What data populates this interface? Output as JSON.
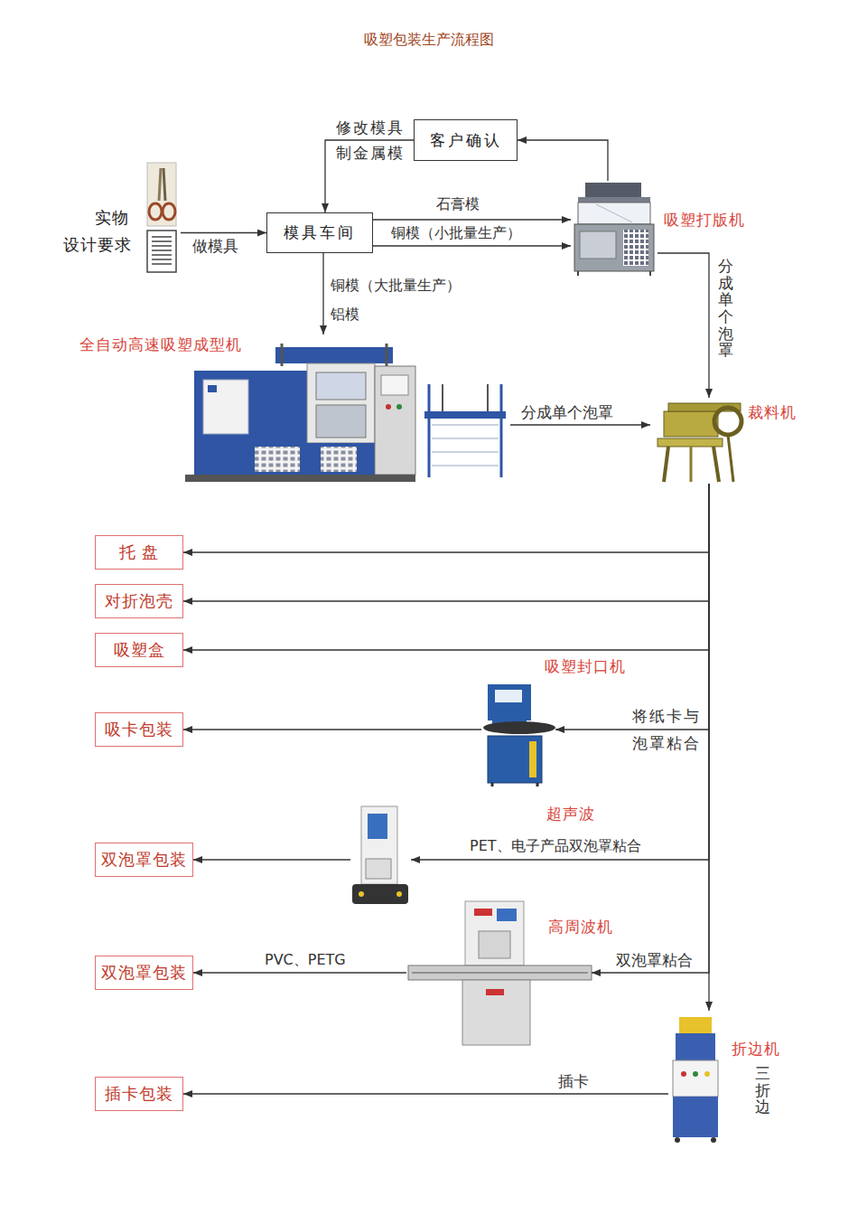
{
  "diagram": {
    "title": "吸塑包装生产流程图",
    "nodes": [
      {
        "text": [
          "实物",
          "设计要求"
        ]
      },
      {
        "text": [
          "模具车间"
        ]
      },
      {
        "text": [
          "客户确认"
        ]
      },
      {
        "text": [
          "吸塑打版机"
        ]
      },
      {
        "text": [
          "全自动高速吸塑成型机"
        ]
      },
      {
        "text": [
          "裁料机"
        ]
      },
      {
        "text": [
          "托 盘"
        ]
      },
      {
        "text": [
          "对折泡壳"
        ]
      },
      {
        "text": [
          "吸塑盒"
        ]
      },
      {
        "text": [
          "吸塑封口机"
        ]
      },
      {
        "text": [
          "吸卡包装"
        ]
      },
      {
        "text": [
          "超声波"
        ]
      },
      {
        "text": [
          "双泡罩包装"
        ]
      },
      {
        "text": [
          "高周波机"
        ]
      },
      {
        "text": [
          "双泡罩包装"
        ]
      },
      {
        "text": [
          "折边机"
        ]
      },
      {
        "text": [
          "插卡包装"
        ]
      }
    ],
    "edges": [
      {
        "from": 0,
        "to": 1,
        "arrow": "to",
        "label": "做模具"
      },
      {
        "from": 2,
        "to": 1,
        "arrow": "to",
        "label": "修改模具 制金属模"
      },
      {
        "from": 3,
        "to": 2,
        "arrow": "to"
      },
      {
        "from": 1,
        "to": 3,
        "arrow": "to",
        "label": "石膏模"
      },
      {
        "from": 1,
        "to": 3,
        "arrow": "to",
        "label": "铜模（小批量生产）"
      },
      {
        "from": 1,
        "to": 4,
        "arrow": "to",
        "label": "铜模（大批量生产） 铝模"
      },
      {
        "from": 3,
        "to": 5,
        "arrow": "to",
        "label": "分成单个泡罩"
      },
      {
        "from": 4,
        "to": 5,
        "arrow": "to",
        "label": "分成单个泡罩"
      },
      {
        "from": 5,
        "to": 6,
        "arrow": "to"
      },
      {
        "from": 5,
        "to": 7,
        "arrow": "to"
      },
      {
        "from": 5,
        "to": 8,
        "arrow": "to"
      },
      {
        "from": 5,
        "to": 9,
        "arrow": "to",
        "label": "将纸卡与泡罩粘合"
      },
      {
        "from": 9,
        "to": 10,
        "arrow": "to"
      },
      {
        "from": 5,
        "to": 11,
        "arrow": "to",
        "label": "PET、电子产品双泡罩粘合"
      },
      {
        "from": 11,
        "to": 12,
        "arrow": "to"
      },
      {
        "from": 5,
        "to": 13,
        "arrow": "to",
        "label": "双泡罩粘合"
      },
      {
        "from": 13,
        "to": 14,
        "arrow": "to",
        "label": "PVC、PETG"
      },
      {
        "from": 5,
        "to": 15,
        "arrow": "to"
      },
      {
        "from": 15,
        "to": 16,
        "arrow": "to",
        "label": "插卡"
      }
    ],
    "labels": [
      "三折边"
    ]
  }
}
